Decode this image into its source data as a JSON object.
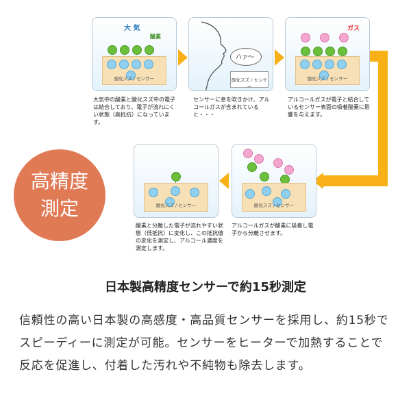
{
  "panels": {
    "p1": {
      "air_label": "大 気",
      "oxygen_label": "酸素",
      "sensor_label": "酸化スズ / センサー",
      "caption": "大気中の酸素と酸化スズ中の電子は結合しており、電子が流れにくい状態（高抵抗）になっています。"
    },
    "p2": {
      "breath_label": "ハァ～",
      "sensor_label": "酸化スズ / センサー",
      "caption": "センサーに息を吹きかけ、アルコールガスが含まれていると・・・"
    },
    "p3": {
      "gas_label": "ガス",
      "sensor_label": "酸化スズ / センサー",
      "caption": "アルコールガスが電子と結合しているセンサー表面の吸着酸素に影響を与えます。"
    },
    "p4": {
      "sensor_label": "酸化スズ / センサー",
      "caption": "アルコールガスが酸素に吸着し電子から分離させます。"
    },
    "p5": {
      "sensor_label": "酸化スズ / センサー",
      "caption": "酸素と分離した電子が流れやすい状態（低抵抗）に変化し、この抵抗値の変化を測定し、アルコール濃度を測定します。"
    }
  },
  "badge": {
    "line1": "高精度",
    "line2": "測定"
  },
  "headline": "日本製高精度センサーで約15秒測定",
  "body": "信頼性の高い日本製の高感度・高品質センサーを採用し、約15秒でスピーディーに測定が可能。センサーをヒーターで加熱することで反応を促進し、付着した汚れや不純物も除去します。",
  "colors": {
    "arrow": "#f7b016",
    "badge": "#e07a55",
    "oxygen": "#6bbf3b",
    "electron": "#8fd0f0",
    "gas": "#f4a6cf"
  }
}
